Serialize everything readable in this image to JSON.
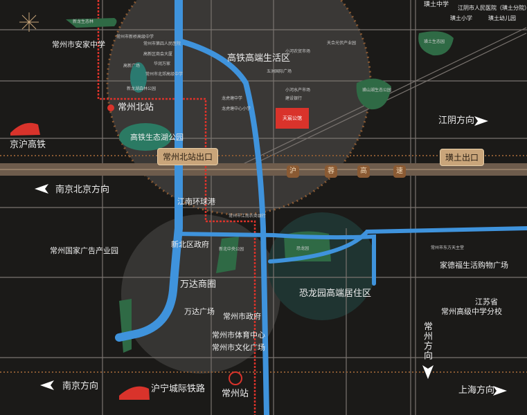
{
  "colors": {
    "background": "#1b1a18",
    "river": "#3f93dc",
    "highway": "#6e5c4c",
    "metro": "#d9332b",
    "park": "#2f6a45",
    "project": "#d9332b"
  },
  "highway": {
    "chars": [
      "沪",
      "蓉",
      "高",
      "速"
    ]
  },
  "exits": {
    "north_station_exit": "常州北站出口",
    "huangtu_exit": "璜土出口"
  },
  "project": {
    "name": "天宸公馆"
  },
  "districts": {
    "hsr_life": "高铁高端生活区",
    "wanda": "万达商圈",
    "dino": "恐龙园高端居住区"
  },
  "directions": {
    "jiangyin": "江阴方向",
    "nanjing_beijing": "南京北京方向",
    "nanjing": "南京方向",
    "shanghai": "上海方向",
    "changzhou": "常州方向"
  },
  "rail": {
    "jinghu": "京沪高铁",
    "huning": "沪宁城际铁路",
    "north_station": "常州北站",
    "station": "常州站"
  },
  "pois": {
    "anjia_school": "常州市安家中学",
    "eco_lake": "高铁生态湖公园",
    "global_harbor": "江南环球港",
    "ad_park": "常州国家广告产业园",
    "xinbei_gov": "新北区政府",
    "wanda_plaza": "万达广场",
    "city_gov": "常州市政府",
    "sports_center": "常州市体育中心",
    "culture_square": "常州市文化广场",
    "jiadefu": "家德福生活购物广场",
    "high_school_l1": "江苏省",
    "high_school_l2": "常州高级中学分校",
    "huangtu_middle": "璜土中学",
    "jiangyin_hospital": "江阴市人民医院（璜土分院）",
    "huangtu_primary": "璜土小学",
    "huangtu_kinder": "璜土幼儿园"
  },
  "small_pois": [
    "新龙生态林",
    "常州市新桥高级中学",
    "常州市第四人民医院",
    "高新区商会大厦",
    "高新广场",
    "华润万家",
    "常州市北郊高级中学",
    "新龙湖森林公园",
    "龙虎塘中学",
    "龙虎塘中心小学",
    "天合光伏产业园",
    "小河农贸市场",
    "五洲国际广场",
    "小河水产市场",
    "建设银行",
    "璜土生态园",
    "璜山湖生态公园",
    "恐龙园",
    "常州市东方天主堂",
    "新北中央公园",
    "常州市江南农商银行"
  ]
}
